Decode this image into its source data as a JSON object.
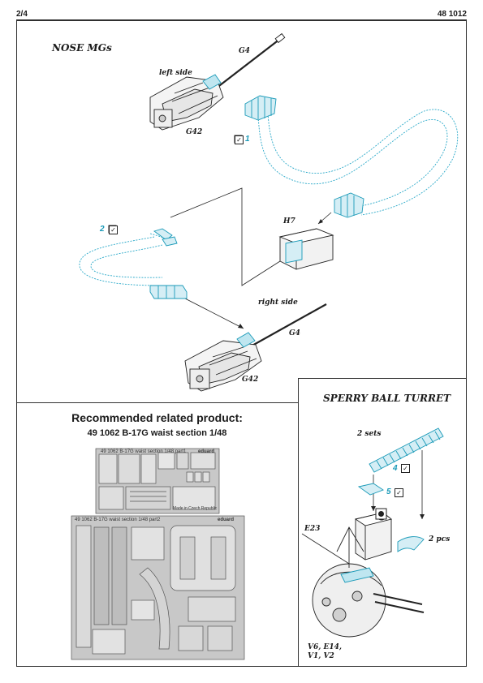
{
  "header": {
    "page": "2/4",
    "product": "48 1012"
  },
  "nose": {
    "title": "NOSE MGs",
    "left_side": "left side",
    "right_side": "right side",
    "g4_top": "G4",
    "g42_top": "G42",
    "g4_bottom": "G4",
    "g42_bottom": "G42",
    "h7": "H7",
    "step1": "1",
    "step2": "2"
  },
  "recommended": {
    "title": "Recommended related product:",
    "subtitle": "49 1062 B-17G waist section 1/48",
    "fret1_title": "49 1062  B-17G waist section   1/48   part1",
    "fret1_brand": "eduard",
    "fret2_title": "49 1062  B-17G waist section   1/48   part2",
    "fret2_brand": "eduard",
    "fret_made": "Made in Czech Republic"
  },
  "turret": {
    "title": "SPERRY BALL TURRET",
    "sets": "2 sets",
    "pcs": "2 pcs",
    "e23": "E23",
    "step4": "4",
    "step5": "5",
    "parts_line1": "V6, E14,",
    "parts_line2": "V1, V2"
  },
  "colors": {
    "photoetch": "#2aa9c9",
    "line": "#222222"
  }
}
